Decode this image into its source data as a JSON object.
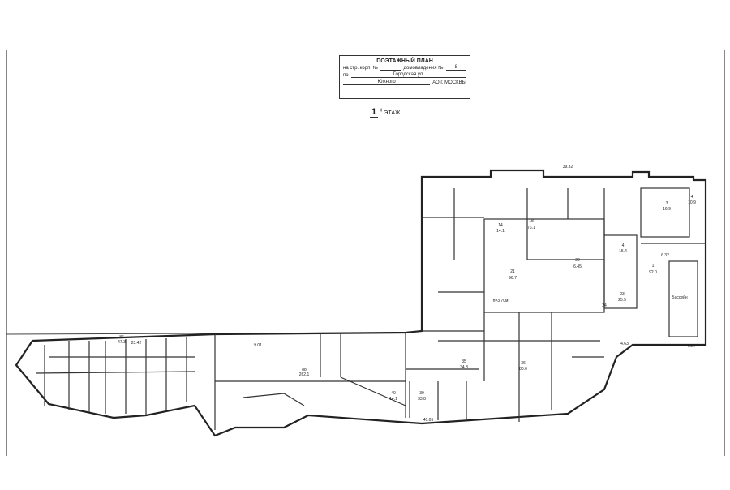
{
  "stamp": {
    "title": "ПОЭТАЖНЫЙ ПЛАН",
    "line1_prefix": "на стр. корп. №",
    "line1_mid": "домовладения №",
    "house_number": "8",
    "line2_prefix": "по",
    "street": "Городская ул.",
    "district": "Южного",
    "line3_suffix": "АО г. МОСКВЫ"
  },
  "floor": {
    "number": "1",
    "suffix": "й",
    "label": "ЭТАЖ"
  },
  "labels": [
    "39.32",
    "18",
    "76.1",
    "21",
    "96.7",
    "14",
    "14.1",
    "4",
    "15.4",
    "1",
    "92.0",
    "Бассейн",
    "23",
    "25.5",
    "24",
    "h=3.70м",
    "3",
    "16.9",
    "4",
    "10.9",
    "86",
    "47.3",
    "23.42",
    "88",
    "262.1",
    "9.01",
    "36",
    "80.0",
    "35",
    "34.8",
    "40",
    "14.1",
    "39",
    "33.8",
    "40.05",
    "20",
    "6.45",
    "7.84",
    "4.63",
    "6.32"
  ]
}
